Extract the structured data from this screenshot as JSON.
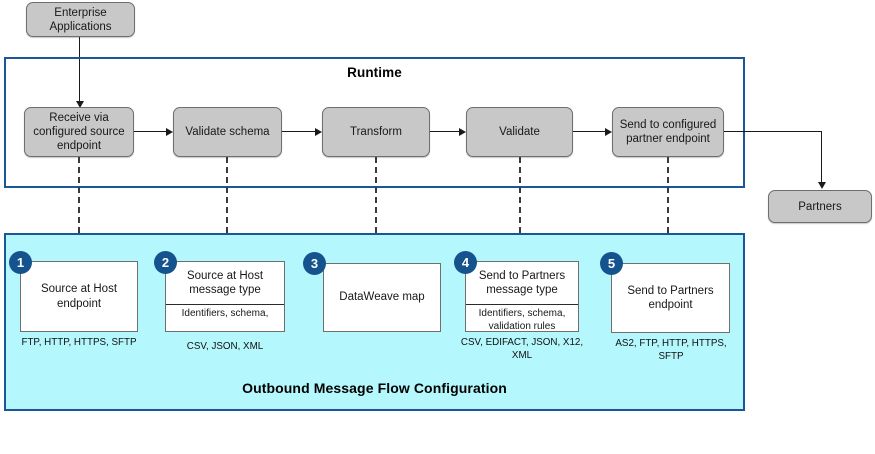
{
  "diagram": {
    "external_nodes": [
      {
        "id": "enterprise-applications",
        "label": "Enterprise Applications"
      },
      {
        "id": "partners",
        "label": "Partners"
      }
    ],
    "runtime": {
      "title": "Runtime",
      "steps": [
        {
          "id": "receive-via-configured-source-endpoint",
          "label": "Receive via configured source endpoint"
        },
        {
          "id": "validate-schema",
          "label": "Validate schema"
        },
        {
          "id": "transform",
          "label": "Transform"
        },
        {
          "id": "validate",
          "label": "Validate"
        },
        {
          "id": "send-to-configured-partner-endpoint",
          "label": "Send to configured partner endpoint"
        }
      ]
    },
    "configuration": {
      "title": "Outbound Message Flow Configuration",
      "cards": [
        {
          "number": "1",
          "title": "Source at Host endpoint",
          "detail": "",
          "caption": "FTP, HTTP, HTTPS, SFTP"
        },
        {
          "number": "2",
          "title": "Source at Host message type",
          "detail": "Identifiers, schema,",
          "caption": "CSV, JSON, XML"
        },
        {
          "number": "3",
          "title": "DataWeave map",
          "detail": "",
          "caption": ""
        },
        {
          "number": "4",
          "title": "Send to Partners message type",
          "detail": "Identifiers, schema, validation rules",
          "caption": "CSV, EDIFACT, JSON, X12, XML"
        },
        {
          "number": "5",
          "title": "Send to Partners endpoint",
          "detail": "",
          "caption": "AS2, FTP, HTTP, HTTPS, SFTP"
        }
      ]
    },
    "colors": {
      "container_border": "#1b5699",
      "config_fill": "#b4f7fd",
      "node_fill": "#c8c8c8",
      "node_border": "#6e6e6e",
      "badge_fill": "#15538f",
      "connector": "#1a1a1a"
    }
  }
}
